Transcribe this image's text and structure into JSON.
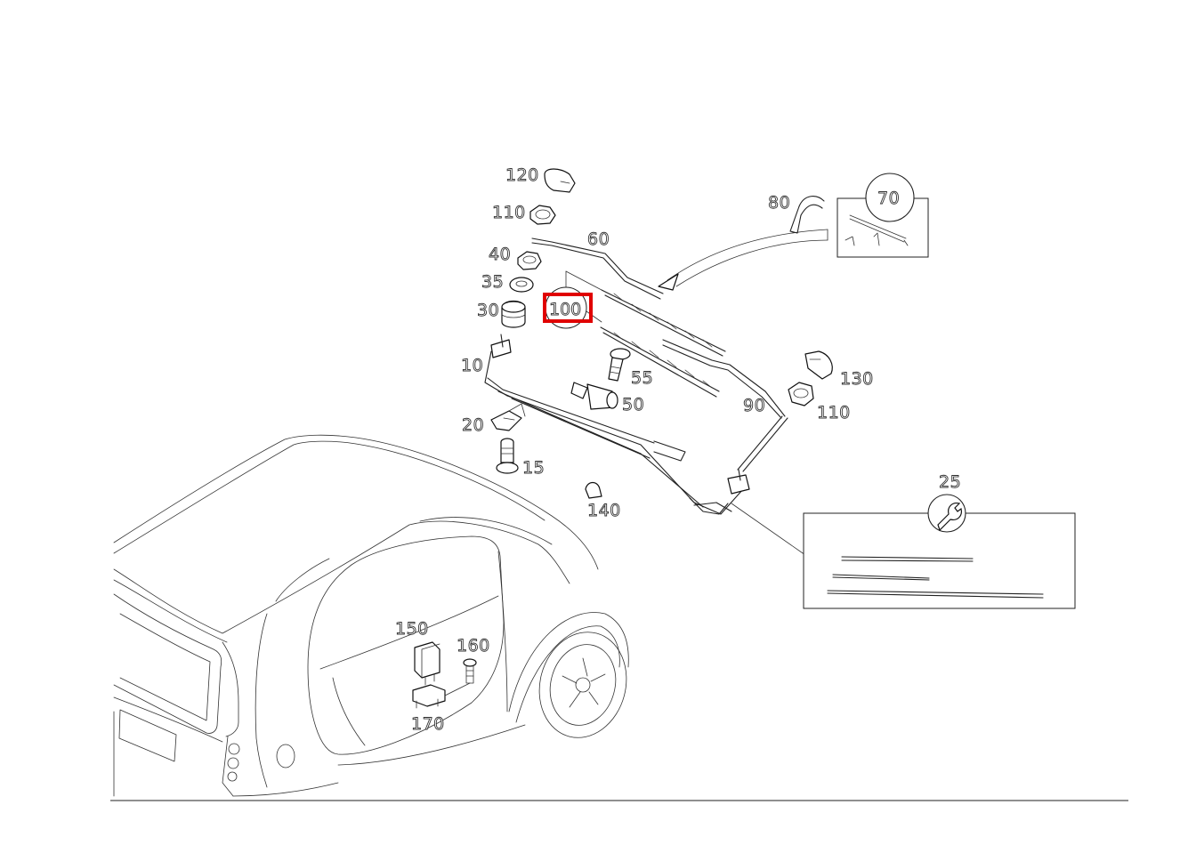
{
  "diagram": {
    "highlight_color": "#e00000",
    "labels": {
      "p120": "120",
      "p110a": "110",
      "p40": "40",
      "p35": "35",
      "p30": "30",
      "p100": "100",
      "p10": "10",
      "p60": "60",
      "p80": "80",
      "p70": "70",
      "p55": "55",
      "p50": "50",
      "p90": "90",
      "p130": "130",
      "p110b": "110",
      "p20": "20",
      "p15": "15",
      "p140": "140",
      "p25": "25",
      "p150": "150",
      "p160": "160",
      "p170": "170"
    }
  }
}
